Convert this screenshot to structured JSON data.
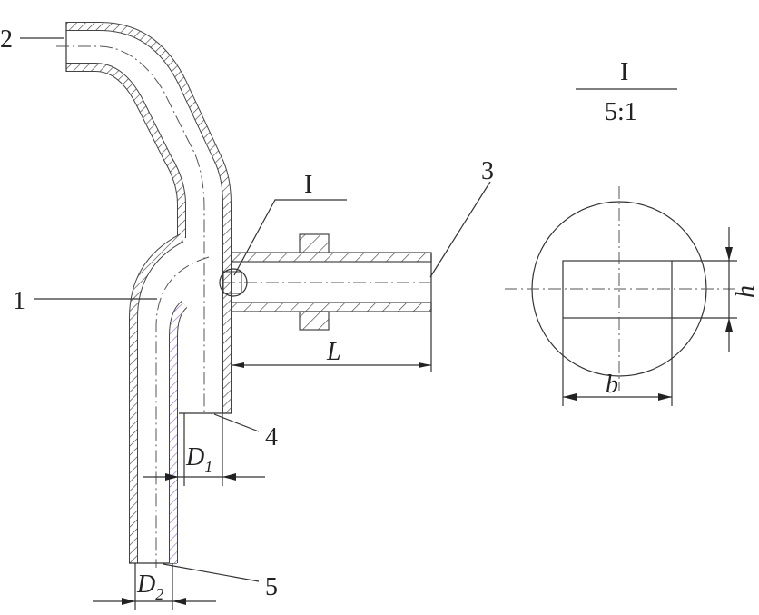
{
  "labels": {
    "part1": "1",
    "part2": "2",
    "part3": "3",
    "part4": "4",
    "part5": "5",
    "detail_ref": "I"
  },
  "dimensions": {
    "L": "L",
    "D1": "D",
    "D1_sub": "1",
    "D2": "D",
    "D2_sub": "2",
    "h": "h",
    "b": "b"
  },
  "detail_view": {
    "title": "I",
    "scale": "5:1"
  },
  "colors": {
    "line": "#333333",
    "accent_hatch": "#9a6fc0"
  }
}
